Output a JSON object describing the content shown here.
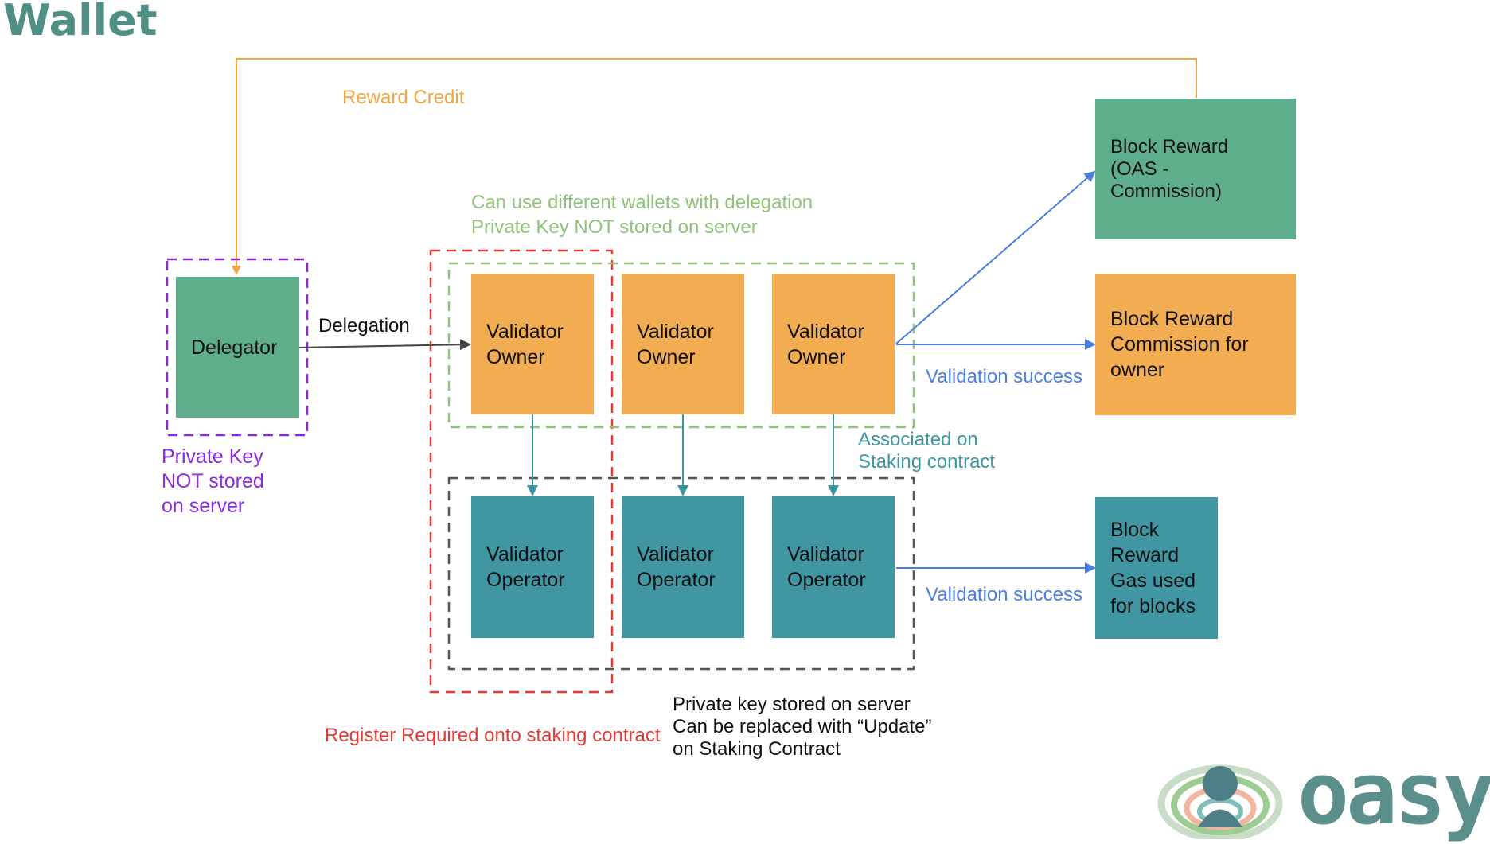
{
  "title": "Wallet",
  "nodes": {
    "delegator": "Delegator",
    "owner_1": "Validator\nOwner",
    "owner_2": "Validator\nOwner",
    "owner_3": "Validator\nOwner",
    "operator_1": "Validator\nOperator",
    "operator_2": "Validator\nOperator",
    "operator_3": "Validator\nOperator",
    "block_reward_oas": "Block Reward\n(OAS -\nCommission)",
    "block_reward_commission": "Block Reward\nCommission for\nowner",
    "block_reward_gas": "Block\nReward\nGas used\nfor blocks"
  },
  "labels": {
    "reward_credit": "Reward Credit",
    "different_wallets": "Can use different wallets with delegation\nPrivate Key NOT stored on server",
    "delegation": "Delegation",
    "validation_success_owner": "Validation success",
    "validation_success_operator": "Validation success",
    "associated": "Associated on\nStaking contract",
    "private_key_not_stored": "Private Key\nNOT stored\non server",
    "register_required": "Register Required onto staking contract",
    "private_key_stored": "Private key stored on server\nCan be replaced with “Update”\non Staking Contract"
  },
  "logo": {
    "text": "oasys"
  },
  "colors": {
    "green_box": "#5fae8b",
    "orange_box": "#f2ad52",
    "teal_box": "#4096a3",
    "orange_text": "#f2a643",
    "green_text": "#8fc37a",
    "blue_text": "#4a7ee0",
    "teal_text": "#3a96a0",
    "purple_text": "#8a2be2",
    "red_text": "#e53935"
  }
}
